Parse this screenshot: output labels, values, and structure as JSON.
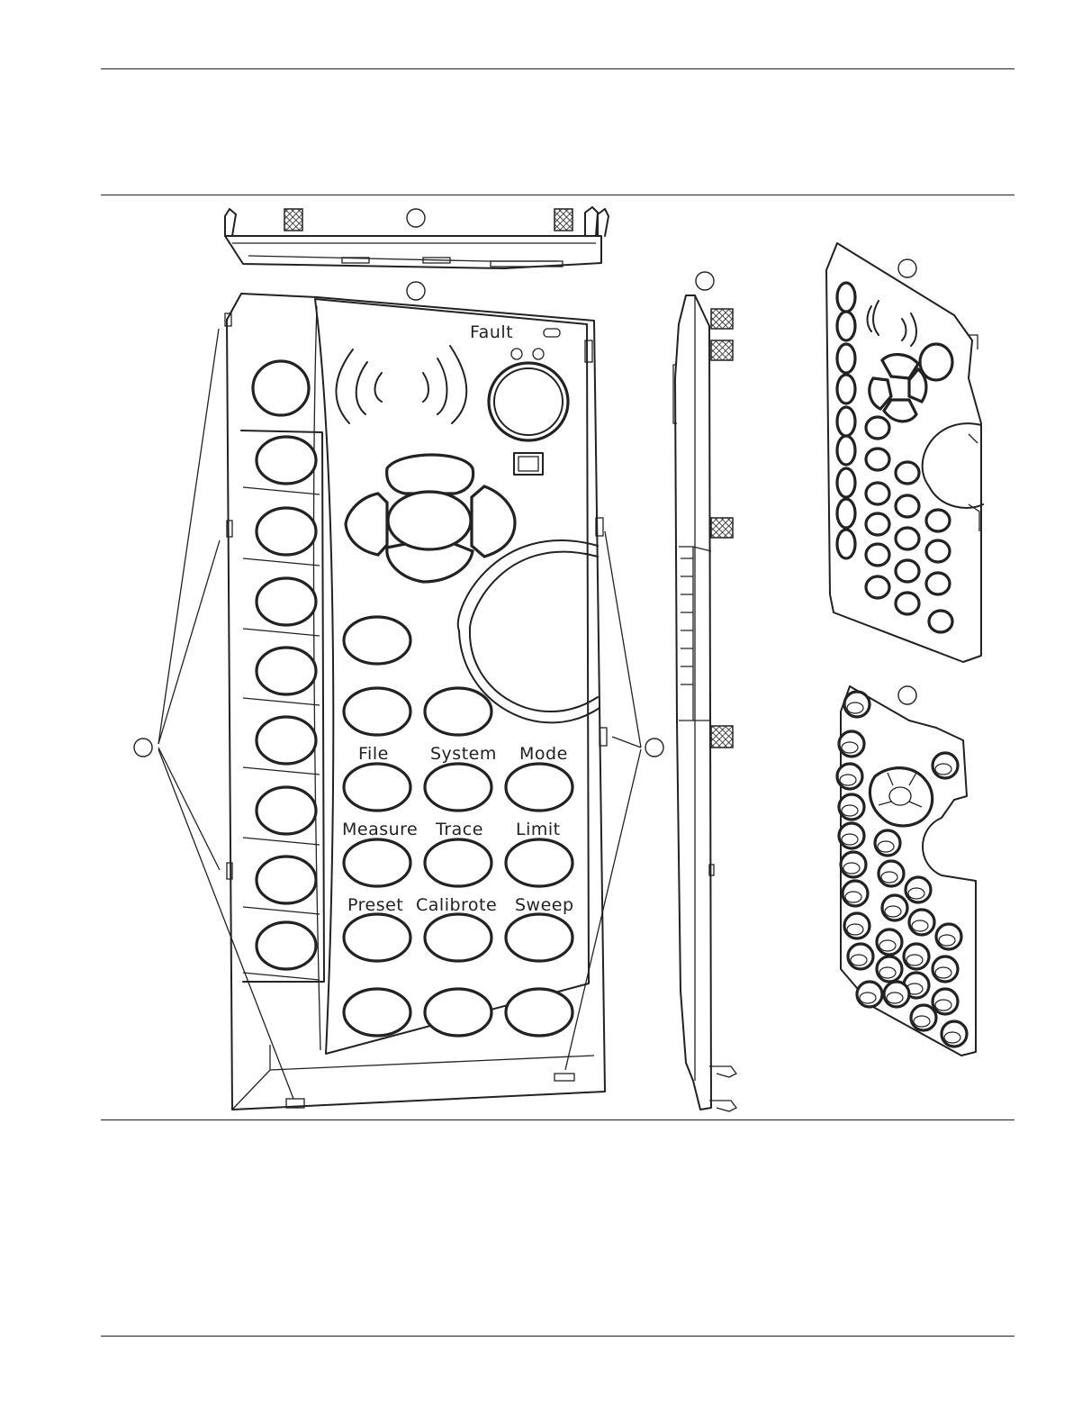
{
  "keypad_labels": {
    "fault": "Fault",
    "row1": [
      "File",
      "System",
      "Mode"
    ],
    "row2": [
      "Measure",
      "Trace",
      "Limit"
    ],
    "row3": [
      "Preset",
      "Calibrote",
      "Sweep"
    ]
  },
  "callouts": [
    "",
    "",
    "",
    "",
    "",
    "",
    ""
  ],
  "icons": {
    "hatched_clip": "crosshatch-clip-icon",
    "led": "led-indicator-icon",
    "speaker": "speaker-waves-icon"
  },
  "colors": {
    "line": "#222222",
    "background": "#ffffff"
  }
}
